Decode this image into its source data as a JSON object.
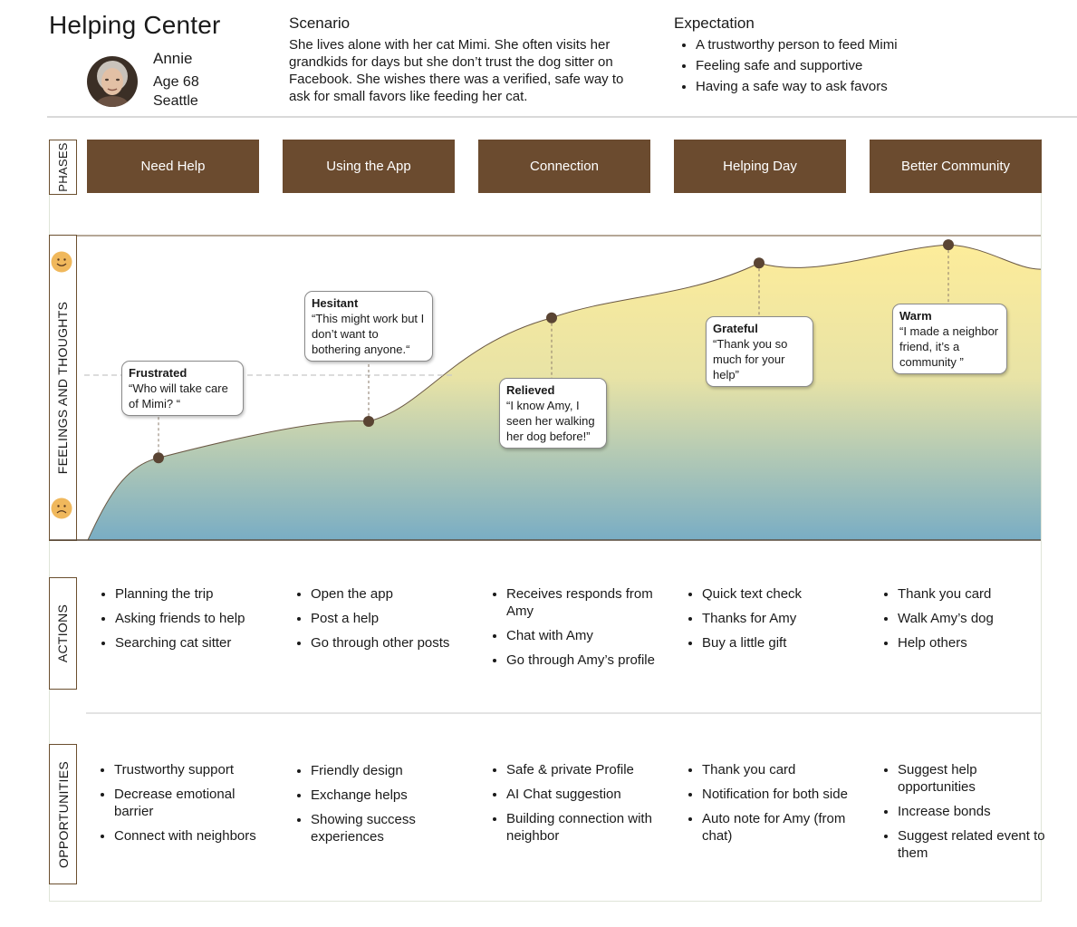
{
  "header": {
    "title": "Helping Center",
    "persona": {
      "name": "Annie",
      "age": "Age 68",
      "city": "Seattle"
    },
    "scenario_heading": "Scenario",
    "scenario_text": "She lives alone with her cat Mimi. She often visits her grandkids for days but she don’t trust the dog sitter on Facebook. She wishes there was a verified, safe way to ask for small favors like feeding her cat.",
    "expectation_heading": "Expectation",
    "expectations": [
      "A trustworthy person to feed Mimi",
      "Feeling safe and supportive",
      "Having a safe way to ask favors"
    ]
  },
  "row_labels": {
    "phases": "PHASES",
    "feelings": "FEELINGS AND THOUGHTS",
    "actions": "ACTIONS",
    "opportunities": "OPPORTUNITIES"
  },
  "phases": [
    "Need Help",
    "Using the App",
    "Connection",
    "Helping Day",
    "Better Community"
  ],
  "colors": {
    "phase_bg": "#6b4b2f",
    "border": "#6b4f2f",
    "curve_top": "#fdec9a",
    "curve_bottom": "#79adc4",
    "point": "#5a4433",
    "face": "#f0b85c"
  },
  "icons": {
    "happy": "smiley-face-icon",
    "sad": "sad-face-icon"
  },
  "chart_data": {
    "type": "area",
    "x": [
      "Need Help",
      "Using the App",
      "Connection",
      "Helping Day",
      "Better Community"
    ],
    "series": [
      {
        "values": [
          0.27,
          0.39,
          0.73,
          0.91,
          0.97
        ]
      }
    ],
    "ylim": [
      0,
      1
    ],
    "grid": false
  },
  "feelings": [
    {
      "title": "Frustrated",
      "quote": "“Who will take care of Mimi? “"
    },
    {
      "title": "Hesitant",
      "quote": "“This might work but I don’t want to bothering anyone.“"
    },
    {
      "title": "Relieved",
      "quote": "“I know Amy, I seen her walking her dog before!”"
    },
    {
      "title": "Grateful",
      "quote": "“Thank you so much for your help”"
    },
    {
      "title": "Warm",
      "quote": "“I made a neighbor friend, it’s a community ”"
    }
  ],
  "actions": [
    [
      "Planning the trip",
      "Asking friends to help",
      "Searching cat sitter"
    ],
    [
      "Open the app",
      "Post a help",
      "Go through other posts"
    ],
    [
      "Receives responds from Amy",
      "Chat with Amy",
      "Go through Amy’s profile"
    ],
    [
      "Quick text check",
      "Thanks for Amy",
      "Buy a little gift"
    ],
    [
      "Thank you card",
      "Walk Amy’s dog",
      "Help others"
    ]
  ],
  "opportunities": [
    [
      "Trustworthy support",
      "Decrease emotional barrier",
      "Connect with neighbors"
    ],
    [
      "Friendly design",
      "Exchange helps",
      "Showing success experiences"
    ],
    [
      "Safe & private Profile",
      "AI Chat suggestion",
      "Building connection with neighbor"
    ],
    [
      "Thank you card",
      "Notification for both side",
      "Auto note for Amy (from chat)"
    ],
    [
      "Suggest help opportunities",
      "Increase bonds",
      "Suggest related event to them"
    ]
  ]
}
